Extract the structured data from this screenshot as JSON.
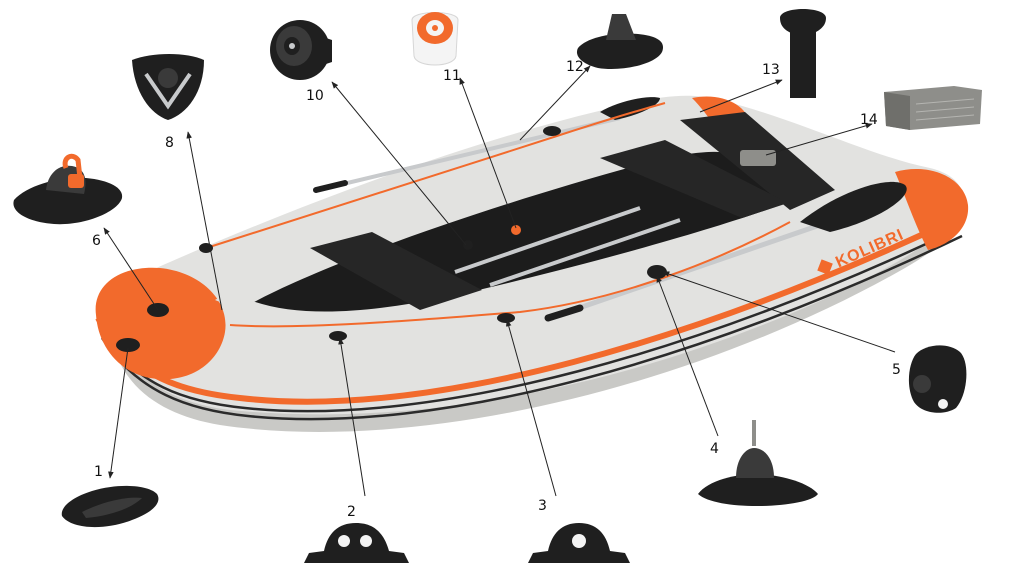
{
  "colors": {
    "tube": "#e2e2e0",
    "tube_shadow": "#c9c9c6",
    "accent": "#f26a2c",
    "stripe_dark": "#2b2b2b",
    "floor": "#1c1c1c",
    "seat": "#262626",
    "oar_metal": "#c8cacc",
    "part_dark": "#1f1f1f",
    "part_dark2": "#3a3a3a",
    "part_gray": "#8e8e8a",
    "valve_white": "#f4f4f4",
    "leader": "#222222"
  },
  "boat": {
    "brand": "KOLIBRI",
    "brand_icon": "kolibri-logo-icon"
  },
  "callouts": [
    {
      "number": "1",
      "part_icon": "bow-handle-icon"
    },
    {
      "number": "2",
      "part_icon": "rope-holder-icon"
    },
    {
      "number": "3",
      "part_icon": "rope-holder-icon"
    },
    {
      "number": "4",
      "part_icon": "oarlock-mount-icon"
    },
    {
      "number": "5",
      "part_icon": "oar-clamp-icon"
    },
    {
      "number": "6",
      "part_icon": "hook-mount-icon"
    },
    {
      "number": "8",
      "part_icon": "d-ring-patch-icon"
    },
    {
      "number": "10",
      "part_icon": "air-valve-black-icon"
    },
    {
      "number": "11",
      "part_icon": "air-valve-white-icon"
    },
    {
      "number": "12",
      "part_icon": "rod-holder-mount-icon"
    },
    {
      "number": "13",
      "part_icon": "transom-handle-icon"
    },
    {
      "number": "14",
      "part_icon": "transom-pad-icon"
    }
  ]
}
